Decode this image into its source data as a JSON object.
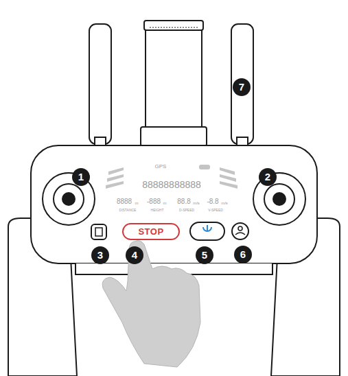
{
  "diagram": {
    "nodes": [
      {
        "text": [
          "STOP"
        ]
      }
    ],
    "labels": [
      "1",
      "2",
      "3",
      "4",
      "5",
      "6",
      "7",
      "GPS",
      "8888",
      "m",
      "DISTANCE",
      "-888",
      "m",
      "HEIGHT",
      "88.8",
      "m/s",
      "D-SPEED",
      "-8.8",
      "m/s",
      "V-SPEED",
      "88888888888"
    ]
  }
}
